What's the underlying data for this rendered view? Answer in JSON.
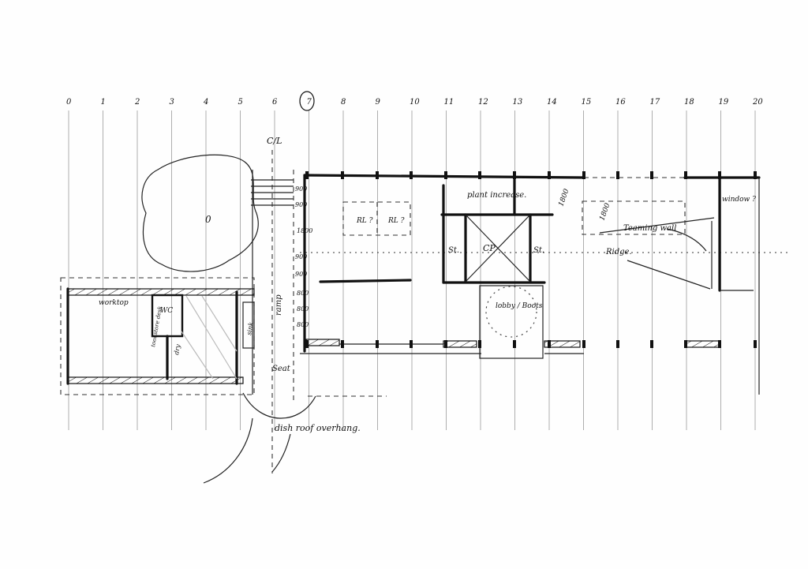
{
  "sketch": {
    "grid_labels": [
      "0",
      "1",
      "2",
      "3",
      "4",
      "5",
      "6",
      "7",
      "8",
      "9",
      "10",
      "11",
      "12",
      "13",
      "14",
      "15",
      "16",
      "17",
      "18",
      "19",
      "20"
    ],
    "highlighted_grid": "7",
    "labels": {
      "centreline": "C/L",
      "tree": "0",
      "rl_1": "RL ?",
      "rl_2": "RL ?",
      "plant": "plant increase.",
      "dim_1800_top": "1800",
      "dim_1800_right": "1800",
      "store_left": "St.",
      "store_right": "St.",
      "cp": "CP",
      "lobby": "lobby / Boots",
      "teaming_wall": "Teaming wall",
      "ridge": "Ridge.",
      "window": "window ?",
      "worktop": "worktop",
      "wc": "WC",
      "tool_store": "tool store desk",
      "dry": "dry",
      "sink": "sink",
      "seat": "Seat",
      "ramp": "ramp",
      "overhang": "dish roof overhang."
    },
    "left_dimensions": [
      "900",
      "900",
      "1800",
      "900",
      "900",
      "800",
      "800",
      "800"
    ]
  }
}
